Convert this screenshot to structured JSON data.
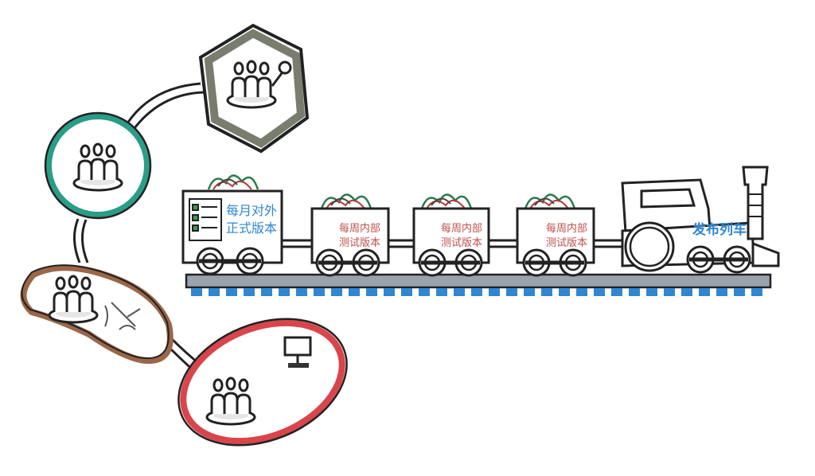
{
  "train": {
    "front_car_label_line1": "每月对外",
    "front_car_label_line2": "正式版本",
    "car_label_line1": "每周内部",
    "car_label_line2": "测试版本",
    "engine_label": "发布列车"
  },
  "colors": {
    "hexagon": "#6b6f5e",
    "circle": "#2a9d86",
    "bean": "#9a6748",
    "ellipse": "#d8454b",
    "rail": "#9aa3ad",
    "sleeper": "#2f87d2",
    "text_blue": "#2f87d2",
    "text_red": "#c0504d"
  },
  "icons": {
    "people": "people-icon",
    "microphone": "microphone-icon",
    "monitor": "monitor-icon",
    "tools": "tools-icon",
    "checklist": "checklist-icon"
  }
}
